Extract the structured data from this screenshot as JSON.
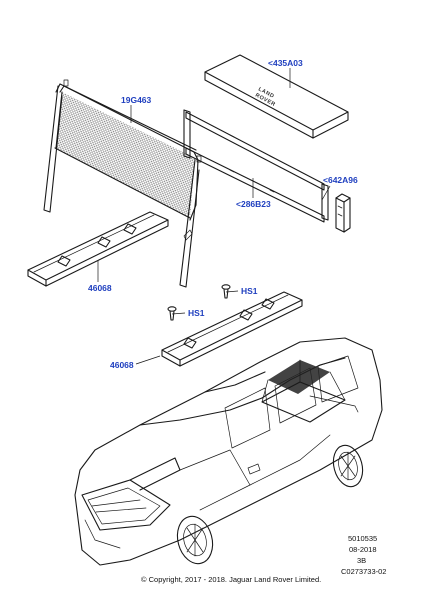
{
  "callouts": {
    "c435a03": "<435A03",
    "c19g463": "19G463",
    "c286b23": "<286B23",
    "c642a96": "<642A96",
    "c46068_upper": "46068",
    "hs1_upper": "HS1",
    "hs1_lower": "HS1",
    "c46068_lower": "46068"
  },
  "box_logo": {
    "line1": "LAND",
    "line2": "ROVER"
  },
  "reference": {
    "number": "5010535",
    "date": "08-2018",
    "revision": "3B",
    "drawing": "C0273733-02"
  },
  "copyright": "© Copyright, 2017 - 2018. Jaguar Land Rover Limited.",
  "colors": {
    "callout": "#1f3fbf",
    "line": "#1a1a1a"
  }
}
